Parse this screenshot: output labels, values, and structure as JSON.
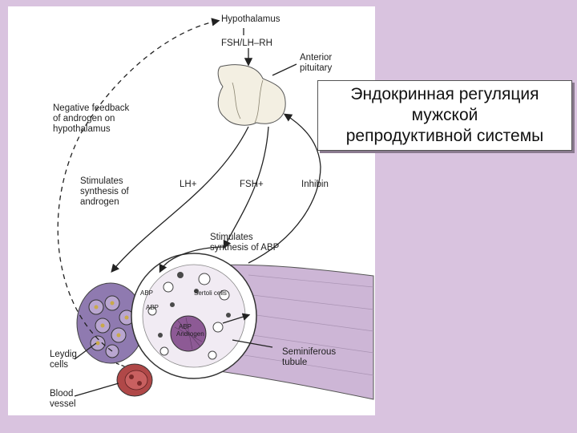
{
  "title": {
    "lines": [
      "Эндокринная регуляция",
      "мужской",
      "репродуктивной системы"
    ]
  },
  "diagram": {
    "labels": {
      "hypothalamus": "Hypothalamus",
      "fsh_lh_rh": "FSH/LH–RH",
      "anterior_pituitary_1": "Anterior",
      "anterior_pituitary_2": "pituitary",
      "neg_feedback_1": "Negative feedback",
      "neg_feedback_2": "of androgen on",
      "neg_feedback_3": "hypothalamus",
      "stim_androgen_1": "Stimulates",
      "stim_androgen_2": "synthesis of",
      "stim_androgen_3": "androgen",
      "lh": "LH+",
      "fsh": "FSH+",
      "inhibin": "Inhibin",
      "stim_abp_1": "Stimulates",
      "stim_abp_2": "synthesis of ABP",
      "sertoli": "Sertoli cells",
      "abp_1": "ABP",
      "abp_2": "ABP",
      "abp_3": "ABP",
      "androgen": "Androgen",
      "leydig_1": "Leydig",
      "leydig_2": "cells",
      "seminiferous_1": "Seminiferous",
      "seminiferous_2": "tubule",
      "blood_1": "Blood",
      "blood_2": "vessel"
    },
    "colors": {
      "background": "#d9c3df",
      "tubule": "#cdb6d6",
      "leydig": "#8f7ab0",
      "blood": "#b04848",
      "line": "#222222"
    }
  }
}
